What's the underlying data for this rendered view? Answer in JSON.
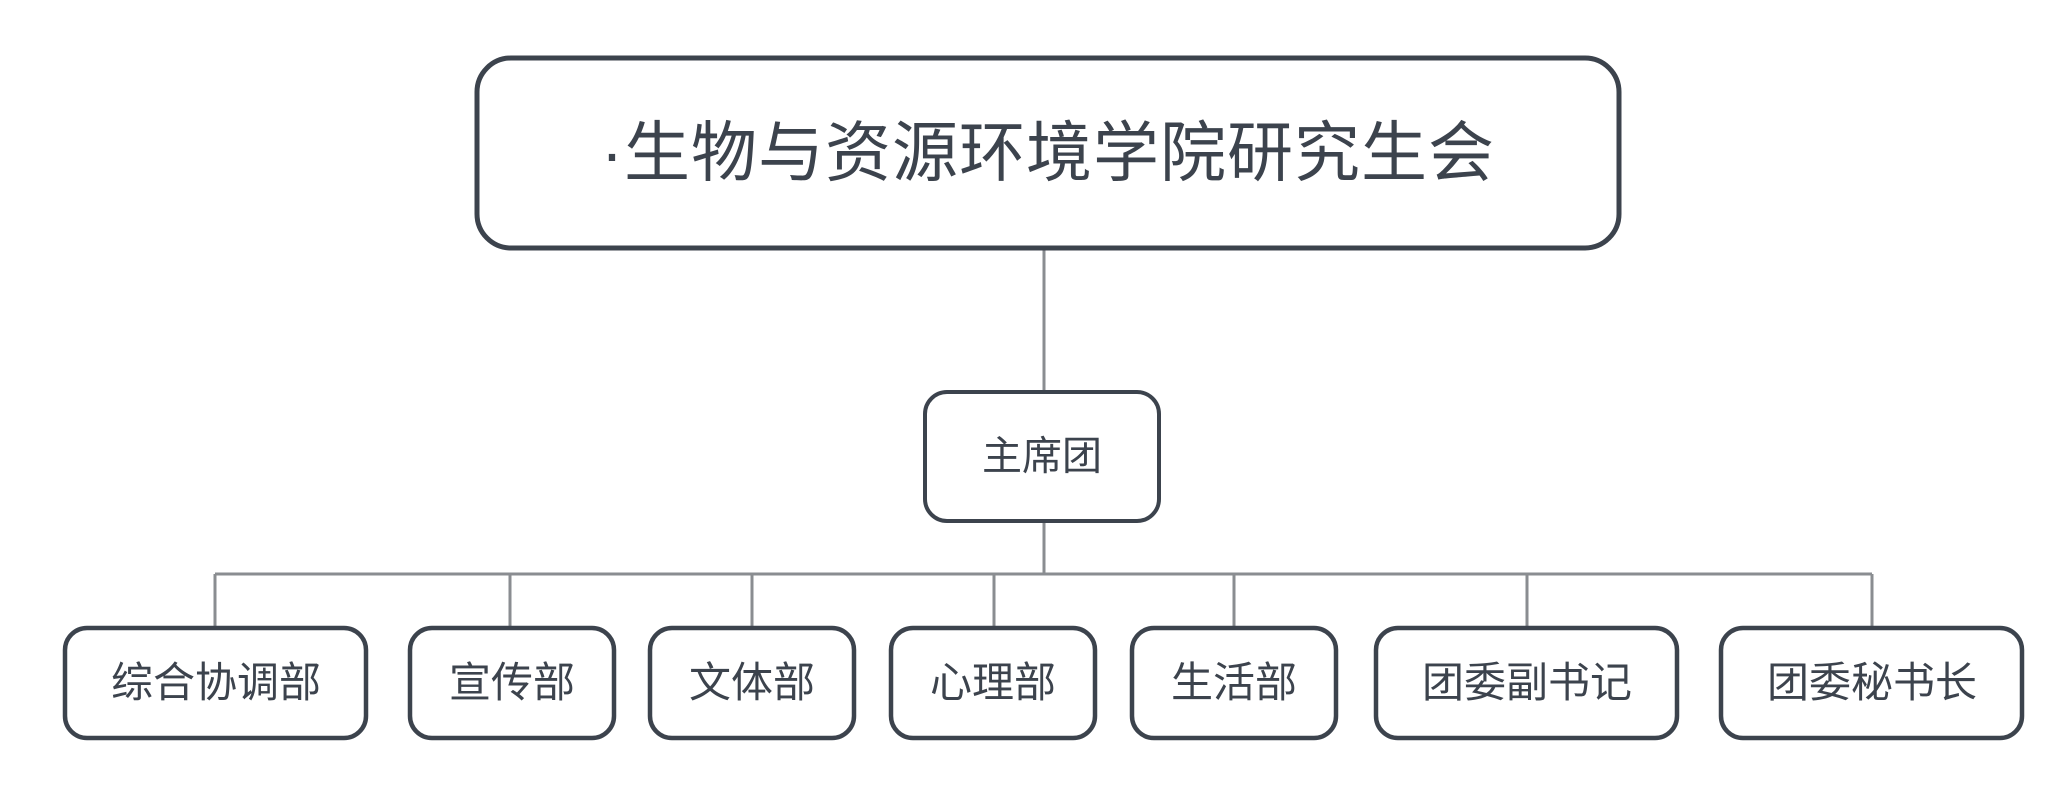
{
  "diagram": {
    "type": "organization-chart",
    "orientation": "top-down",
    "background_color": "#ffffff",
    "box_border_color": "#3c434d",
    "box_fill_color": "#ffffff",
    "text_color": "#3c434d",
    "connector_color": "#8a8d91",
    "root": {
      "id": "root",
      "label": "·生物与资源环境学院研究生会",
      "bullet": "·",
      "name": "生物与资源环境学院研究生会"
    },
    "middle": {
      "id": "presidium",
      "label": "主席团"
    },
    "leaves": [
      {
        "id": "leaf-1",
        "label": "综合协调部"
      },
      {
        "id": "leaf-2",
        "label": "宣传部"
      },
      {
        "id": "leaf-3",
        "label": "文体部"
      },
      {
        "id": "leaf-4",
        "label": "心理部"
      },
      {
        "id": "leaf-5",
        "label": "生活部"
      },
      {
        "id": "leaf-6",
        "label": "团委副书记"
      },
      {
        "id": "leaf-7",
        "label": "团委秘书长"
      }
    ],
    "edges": [
      {
        "from": "root",
        "to": "presidium"
      },
      {
        "from": "presidium",
        "to": "leaf-1"
      },
      {
        "from": "presidium",
        "to": "leaf-2"
      },
      {
        "from": "presidium",
        "to": "leaf-3"
      },
      {
        "from": "presidium",
        "to": "leaf-4"
      },
      {
        "from": "presidium",
        "to": "leaf-5"
      },
      {
        "from": "presidium",
        "to": "leaf-6"
      },
      {
        "from": "presidium",
        "to": "leaf-7"
      }
    ]
  }
}
